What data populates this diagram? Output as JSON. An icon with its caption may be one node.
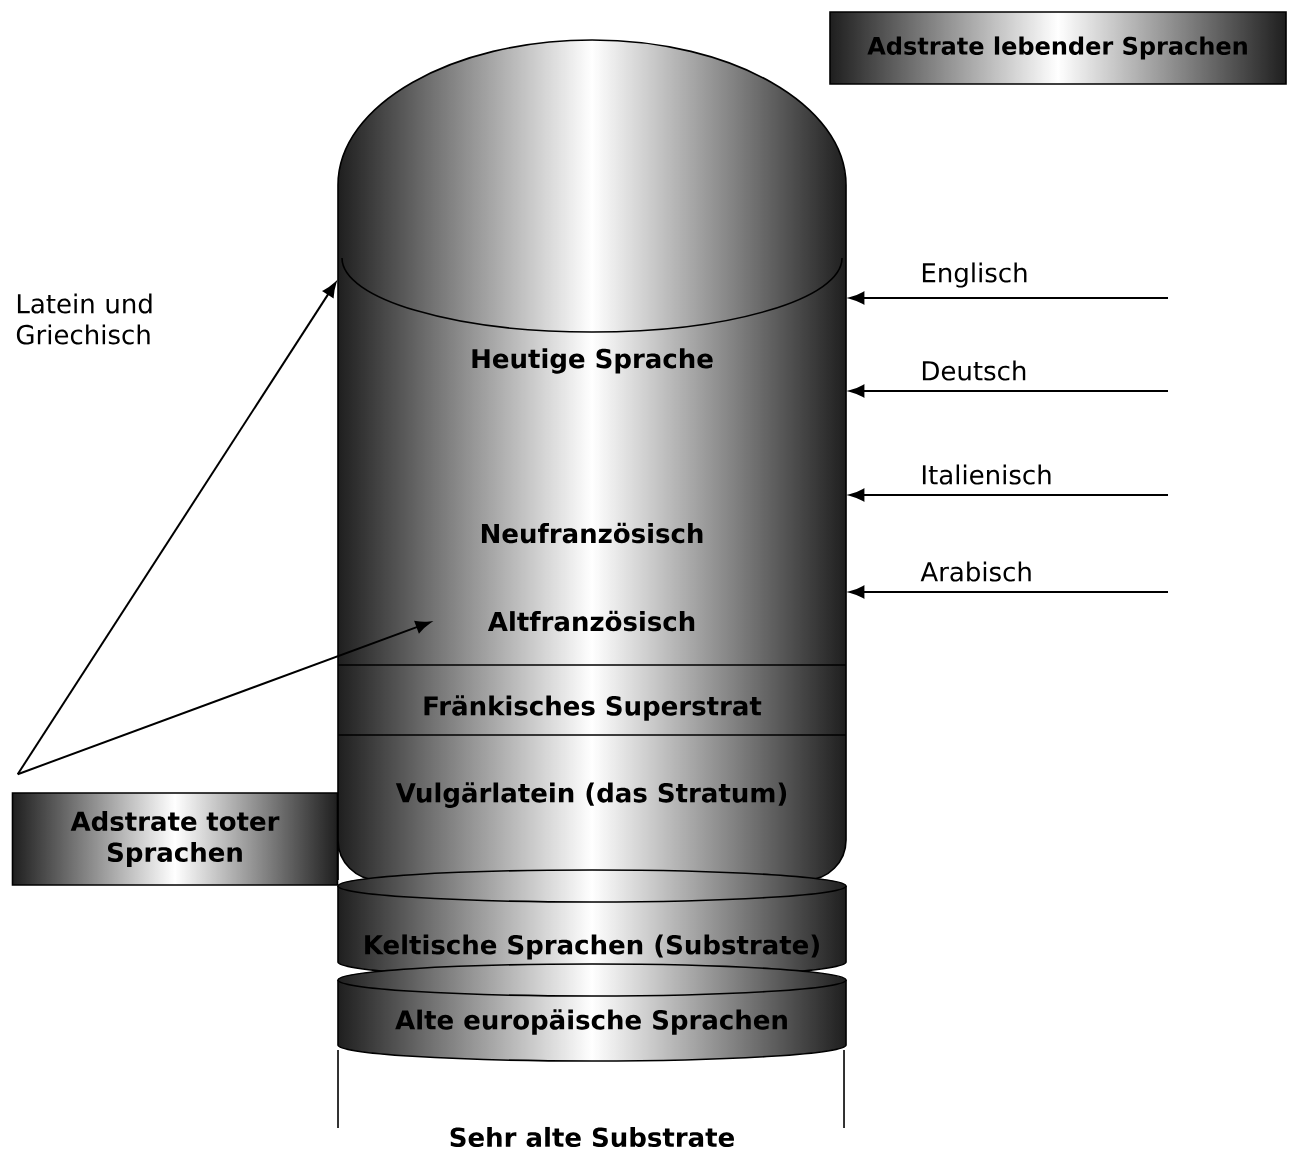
{
  "diagram": {
    "nodes": [
      {
        "text": [
          "Adstrate lebender Sprachen"
        ]
      },
      {
        "text": [],
        "shape": "cylinder"
      },
      {
        "text": [
          "Heutige Sprache"
        ],
        "in": 1
      },
      {
        "text": [
          "Neufranzösisch"
        ],
        "in": 1
      },
      {
        "text": [
          "Altfranzösisch"
        ],
        "in": 1
      },
      {
        "text": [
          "Fränkisches Superstrat"
        ],
        "in": 1
      },
      {
        "text": [
          "Vulgärlatein (das Stratum)"
        ],
        "in": 1
      },
      {
        "text": [
          "Keltische Sprachen (Substrate)"
        ]
      },
      {
        "text": [
          "Alte europäische Sprachen"
        ]
      },
      {
        "text": [
          "Sehr alte Substrate"
        ]
      },
      {
        "text": [
          "Adstrate toter Sprachen"
        ]
      }
    ],
    "edges": [
      {
        "from": 10,
        "to": 1,
        "arrow": "to"
      },
      {
        "from": 10,
        "to": 4,
        "arrow": "to"
      },
      {
        "from": null,
        "to": 1,
        "arrow": "to",
        "label": "Englisch"
      },
      {
        "from": null,
        "to": 1,
        "arrow": "to",
        "label": "Deutsch"
      },
      {
        "from": null,
        "to": 1,
        "arrow": "to",
        "label": "Italienisch"
      },
      {
        "from": null,
        "to": 1,
        "arrow": "to",
        "label": "Arabisch"
      }
    ],
    "labels": [
      "Latein und Griechisch"
    ]
  }
}
